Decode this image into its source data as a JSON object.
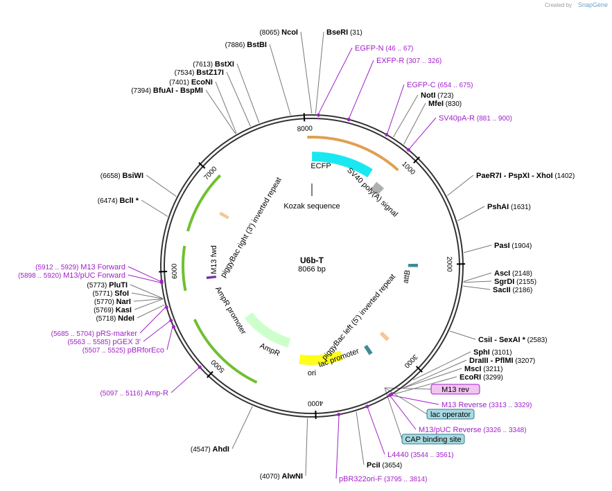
{
  "credit": {
    "created_by": "Created by",
    "brand": "SnapGene"
  },
  "plasmid": {
    "name": "U6b-T",
    "length_label": "8066 bp",
    "length_bp": 8066
  },
  "ticks": [
    {
      "bp": 1000,
      "label": "1000"
    },
    {
      "bp": 2000,
      "label": "2000"
    },
    {
      "bp": 3000,
      "label": "3000"
    },
    {
      "bp": 4000,
      "label": "4000"
    },
    {
      "bp": 5000,
      "label": "5000"
    },
    {
      "bp": 6000,
      "label": "6000"
    },
    {
      "bp": 7000,
      "label": "7000"
    },
    {
      "bp": 8000,
      "label": "8000"
    }
  ],
  "features": [
    {
      "name": "ECFP",
      "label": "ECFP",
      "start": 1,
      "end": 720,
      "color": "#00e6f0",
      "track": "inner"
    },
    {
      "name": "SV40 poly(A) signal",
      "label": "SV40 poly(A) signal",
      "start": 840,
      "end": 960,
      "color": "#a6a6a6",
      "track": "inner"
    },
    {
      "name": "attB",
      "label": "attB",
      "start": 1990,
      "end": 2030,
      "color": "#2b7d8c",
      "track": "inner"
    },
    {
      "name": "piggyBac left (5') inverted repeat",
      "label": "piggyBac left (5') inverted repeat",
      "start": 2980,
      "end": 3030,
      "color": "#f5c08a",
      "track": "inner"
    },
    {
      "name": "lac promoter",
      "label": "lac promoter",
      "start": 3250,
      "end": 3300,
      "color": "#2b7d8c",
      "track": "inner"
    },
    {
      "name": "ori",
      "label": "ori",
      "start": 3620,
      "end": 4200,
      "color": "#ffff00",
      "track": "inner"
    },
    {
      "name": "AmpR",
      "label": "AmpR",
      "start": 4400,
      "end": 5200,
      "color": "#c8ffc8",
      "track": "inner"
    },
    {
      "name": "AmpR promoter",
      "label": "AmpR promoter",
      "start": 5250,
      "end": 5350,
      "color": "#ffffff",
      "track": "inner"
    },
    {
      "name": "M13 fwd",
      "label": "M13 fwd",
      "start": 5890,
      "end": 5920,
      "color": "#6020a0",
      "track": "inner"
    },
    {
      "name": "piggyBac right (3') inverted repeat",
      "label": "piggyBac right (3') inverted repeat",
      "start": 6700,
      "end": 6740,
      "color": "#f5c08a",
      "track": "inner"
    },
    {
      "name": "Kozak sequence",
      "label": "Kozak sequence",
      "start": 0,
      "end": 0,
      "color": "#000000",
      "track": "inner"
    }
  ],
  "orfs": [
    {
      "start": 8020,
      "end": 940,
      "color": "#e0a050"
    },
    {
      "start": 6400,
      "end": 7050,
      "color": "#70c030"
    },
    {
      "start": 5800,
      "end": 6250,
      "color": "#70c030"
    },
    {
      "start": 4600,
      "end": 5500,
      "color": "#70c030"
    }
  ],
  "sites": [
    {
      "name": "NcoI",
      "pos": "(8065)",
      "bp": 8065,
      "side": "L"
    },
    {
      "name": "BseRI",
      "pos": "(31)",
      "bp": 31,
      "side": "R"
    },
    {
      "name": "BstBI",
      "pos": "(7886)",
      "bp": 7886,
      "side": "L"
    },
    {
      "name": "BstXI",
      "pos": "(7613)",
      "bp": 7613,
      "side": "L"
    },
    {
      "name": "BstZ17I",
      "pos": "(7534)",
      "bp": 7534,
      "side": "L"
    },
    {
      "name": "EcoNI",
      "pos": "(7401)",
      "bp": 7401,
      "side": "L"
    },
    {
      "name": "BfuAI  - BspMI",
      "pos": "(7394)",
      "bp": 7394,
      "side": "L"
    },
    {
      "name": "NotI",
      "pos": "(723)",
      "bp": 723,
      "side": "R"
    },
    {
      "name": "MfeI",
      "pos": "(830)",
      "bp": 830,
      "side": "R"
    },
    {
      "name": "PaeR7I  - PspXI  - XhoI",
      "pos": "(1402)",
      "bp": 1402,
      "side": "R"
    },
    {
      "name": "PshAI",
      "pos": "(1631)",
      "bp": 1631,
      "side": "R"
    },
    {
      "name": "PasI",
      "pos": "(1904)",
      "bp": 1904,
      "side": "R"
    },
    {
      "name": "AscI",
      "pos": "(2148)",
      "bp": 2148,
      "side": "R"
    },
    {
      "name": "SgrDI",
      "pos": "(2155)",
      "bp": 2155,
      "side": "R"
    },
    {
      "name": "SacII",
      "pos": "(2186)",
      "bp": 2186,
      "side": "R"
    },
    {
      "name": "CsiI  - SexAI *",
      "pos": "(2583)",
      "bp": 2583,
      "side": "R"
    },
    {
      "name": "SphI",
      "pos": "(3101)",
      "bp": 3101,
      "side": "R"
    },
    {
      "name": "DraIII  - PflMI",
      "pos": "(3207)",
      "bp": 3207,
      "side": "R"
    },
    {
      "name": "MscI",
      "pos": "(3211)",
      "bp": 3211,
      "side": "R"
    },
    {
      "name": "EcoRI",
      "pos": "(3299)",
      "bp": 3299,
      "side": "R"
    },
    {
      "name": "PciI",
      "pos": "(3654)",
      "bp": 3654,
      "side": "R"
    },
    {
      "name": "AlwNI",
      "pos": "(4070)",
      "bp": 4070,
      "side": "L"
    },
    {
      "name": "AhdI",
      "pos": "(4547)",
      "bp": 4547,
      "side": "L"
    },
    {
      "name": "NdeI",
      "pos": "(5718)",
      "bp": 5718,
      "side": "L"
    },
    {
      "name": "KasI",
      "pos": "(5769)",
      "bp": 5769,
      "side": "L"
    },
    {
      "name": "NarI",
      "pos": "(5770)",
      "bp": 5770,
      "side": "L"
    },
    {
      "name": "SfoI",
      "pos": "(5771)",
      "bp": 5771,
      "side": "L"
    },
    {
      "name": "PluTI",
      "pos": "(5773)",
      "bp": 5773,
      "side": "L"
    },
    {
      "name": "BclI *",
      "pos": "(6474)",
      "bp": 6474,
      "side": "L"
    },
    {
      "name": "BsiWI",
      "pos": "(6658)",
      "bp": 6658,
      "side": "L"
    }
  ],
  "primers": [
    {
      "name": "EGFP-N",
      "pos": "(46 .. 67)",
      "bp": 56
    },
    {
      "name": "EXFP-R",
      "pos": "(307 .. 326)",
      "bp": 316
    },
    {
      "name": "EGFP-C",
      "pos": "(654 .. 675)",
      "bp": 664
    },
    {
      "name": "SV40pA-R",
      "pos": "(881 .. 900)",
      "bp": 890
    },
    {
      "name": "M13 Reverse",
      "pos": "(3313 .. 3329)",
      "bp": 3321
    },
    {
      "name": "M13/pUC Reverse",
      "pos": "(3326 .. 3348)",
      "bp": 3337
    },
    {
      "name": "L4440",
      "pos": "(3544 .. 3561)",
      "bp": 3552
    },
    {
      "name": "pBR322ori-F",
      "pos": "(3795 .. 3814)",
      "bp": 3804
    },
    {
      "name": "Amp-R",
      "pos": "(5097 .. 5116)",
      "bp": 5106
    },
    {
      "name": "pBRforEco",
      "pos": "(5507 .. 5525)",
      "bp": 5516
    },
    {
      "name": "pGEX 3'",
      "pos": "(5563 .. 5585)",
      "bp": 5574
    },
    {
      "name": "pRS-marker",
      "pos": "(5685 .. 5704)",
      "bp": 5694
    },
    {
      "name": "M13/pUC Forward",
      "pos": "(5898 .. 5920)",
      "bp": 5909
    },
    {
      "name": "M13 Forward",
      "pos": "(5912 .. 5929)",
      "bp": 5920
    }
  ],
  "boxed_labels": [
    {
      "name": "M13 rev",
      "bg": "#f2c4f2",
      "border": "#a020c8"
    },
    {
      "name": "lac operator",
      "bg": "#a8d8e0",
      "border": "#2b7d8c"
    },
    {
      "name": "CAP binding site",
      "bg": "#a8d8e0",
      "border": "#2b7d8c"
    }
  ]
}
